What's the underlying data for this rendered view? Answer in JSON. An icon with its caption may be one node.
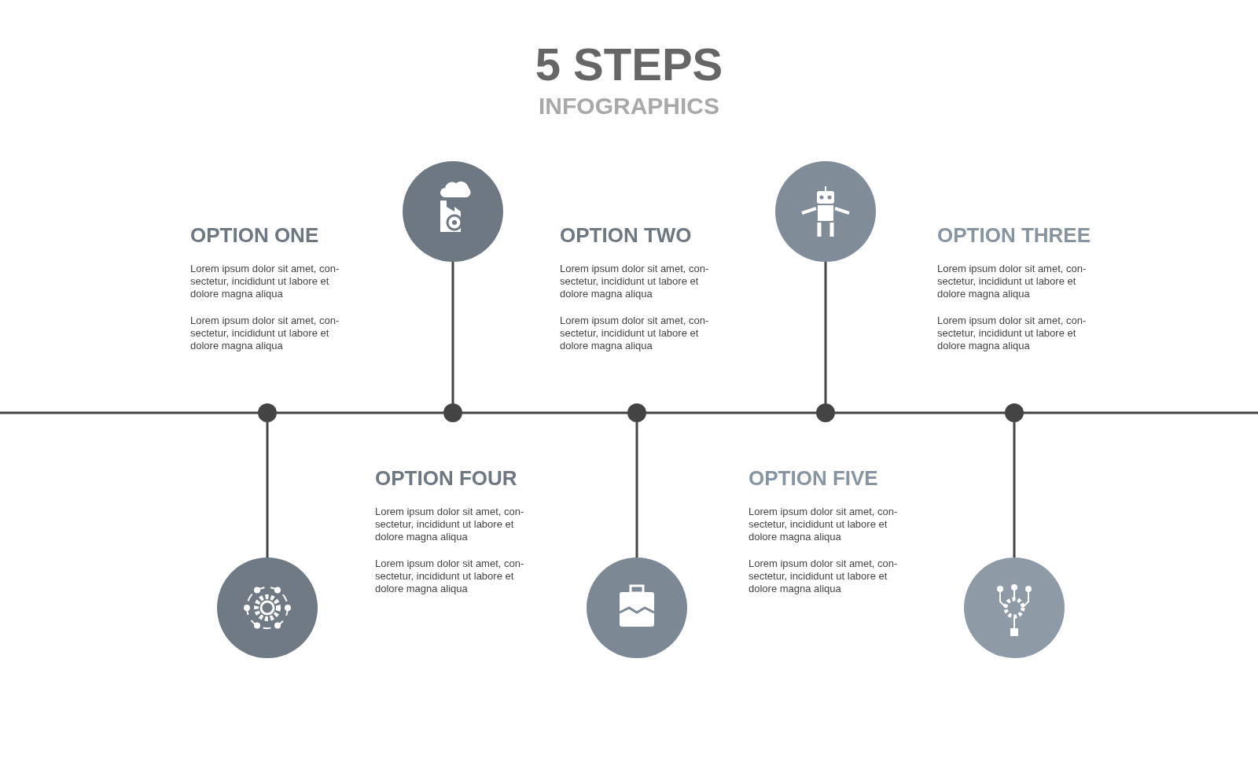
{
  "diagram": {
    "title": "5 STEPS",
    "nodes": [
      {
        "text": [],
        "shape": "circle"
      },
      {
        "text": [],
        "shape": "circle"
      },
      {
        "text": [],
        "shape": "circle"
      },
      {
        "text": [],
        "shape": "circle"
      },
      {
        "text": [],
        "shape": "circle"
      },
      {
        "text": [],
        "shape": "circle"
      },
      {
        "text": [],
        "shape": "circle"
      },
      {
        "text": [],
        "shape": "circle"
      },
      {
        "text": [],
        "shape": "circle"
      },
      {
        "text": [],
        "shape": "circle"
      }
    ],
    "edges": [
      {
        "from": null,
        "to": 2,
        "arrow": "none"
      },
      {
        "from": 2,
        "to": 3,
        "arrow": "none"
      },
      {
        "from": 3,
        "to": 4,
        "arrow": "none"
      },
      {
        "from": 4,
        "to": 5,
        "arrow": "none"
      },
      {
        "from": 5,
        "to": 6,
        "arrow": "none"
      },
      {
        "from": 6,
        "to": null,
        "arrow": "none"
      },
      {
        "from": 3,
        "to": 0,
        "arrow": "none"
      },
      {
        "from": 5,
        "to": 1,
        "arrow": "none"
      },
      {
        "from": 2,
        "to": 7,
        "arrow": "none"
      },
      {
        "from": 4,
        "to": 8,
        "arrow": "none"
      },
      {
        "from": 6,
        "to": 9,
        "arrow": "none"
      }
    ],
    "labels": [
      "INFOGRAPHICS",
      "OPTION ONE",
      "Lorem ipsum dolor sit amet, con- sectetur, incididunt ut labore et dolore magna aliqua",
      "Lorem ipsum dolor sit amet, con- sectetur, incididunt ut labore et dolore magna aliqua",
      "OPTION TWO",
      "Lorem ipsum dolor sit amet, con- sectetur, incididunt ut labore et dolore magna aliqua",
      "Lorem ipsum dolor sit amet, con- sectetur, incididunt ut labore et dolore magna aliqua",
      "OPTION THREE",
      "Lorem ipsum dolor sit amet, con- sectetur, incididunt ut labore et dolore magna aliqua",
      "Lorem ipsum dolor sit amet, con- sectetur, incididunt ut labore et dolore magna aliqua",
      "OPTION FOUR",
      "Lorem ipsum dolor sit amet, con- sectetur, incididunt ut labore et dolore magna aliqua",
      "Lorem ipsum dolor sit amet, con- sectetur, incididunt ut labore et dolore magna aliqua",
      "OPTION FIVE",
      "Lorem ipsum dolor sit amet, con- sectetur, incididunt ut labore et dolore magna aliqua",
      "Lorem ipsum dolor sit amet, con- sectetur, incididunt ut labore et dolore magna aliqua"
    ]
  }
}
